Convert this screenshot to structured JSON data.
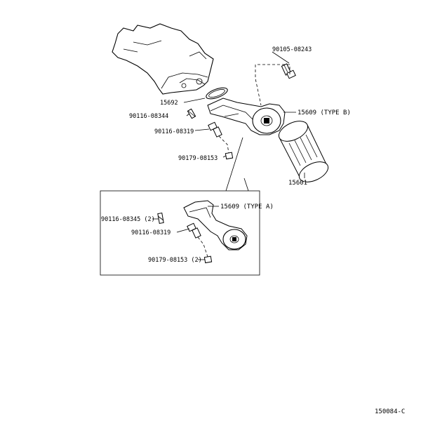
{
  "parts": {
    "bolt_top": "90105-08243",
    "gasket": "15692",
    "pin_b": "90116-08344",
    "bracket_b": "15609 (TYPE B)",
    "stud_b": "90116-08319",
    "nut_b": "90179-08153",
    "filter": "15601",
    "pin_a": "90116-08345 (2)",
    "bracket_a": "15609 (TYPE A)",
    "stud_a": "90116-08319",
    "nut_a": "90179-08153 (2)"
  },
  "diagram_id": "150084-C"
}
